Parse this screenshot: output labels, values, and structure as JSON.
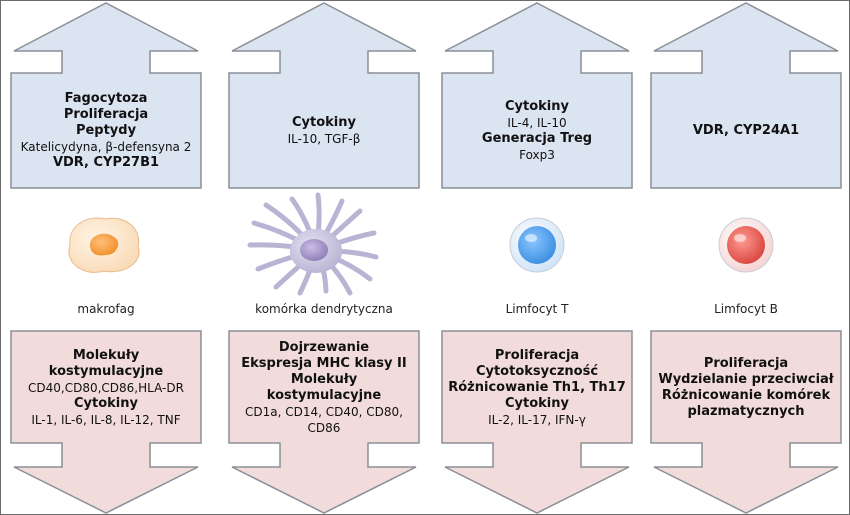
{
  "columns": [
    {
      "id": "macrophage",
      "label": "makrofag",
      "icon": "macrophage-cell-icon",
      "top_lines": [
        {
          "text": "Fagocytoza",
          "bold": true
        },
        {
          "text": "Proliferacja",
          "bold": true
        },
        {
          "text": "Peptydy",
          "bold": true
        },
        {
          "text": "Katelicydyna, β-defensyna 2",
          "bold": false
        },
        {
          "text": "VDR, CYP27B1",
          "bold": true
        }
      ],
      "bottom_lines": [
        {
          "text": "Molekuły",
          "bold": true
        },
        {
          "text": "kostymulacyjne",
          "bold": true
        },
        {
          "text": "CD40,CD80,CD86,HLA-DR",
          "bold": false
        },
        {
          "text": "Cytokiny",
          "bold": true
        },
        {
          "text": "IL-1, IL-6, IL-8, IL-12, TNF",
          "bold": false
        }
      ]
    },
    {
      "id": "dendritic",
      "label": "komórka  dendrytyczna",
      "icon": "dendritic-cell-icon",
      "top_lines": [
        {
          "text": "Cytokiny",
          "bold": true
        },
        {
          "text": "IL-10, TGF-β",
          "bold": false
        }
      ],
      "bottom_lines": [
        {
          "text": "Dojrzewanie",
          "bold": true
        },
        {
          "text": "Ekspresja MHC klasy II",
          "bold": true
        },
        {
          "text": "Molekuły",
          "bold": true
        },
        {
          "text": "kostymulacyjne",
          "bold": true
        },
        {
          "text": "CD1a, CD14, CD40, CD80,",
          "bold": false
        },
        {
          "text": "CD86",
          "bold": false
        }
      ]
    },
    {
      "id": "t-cell",
      "label": "Limfocyt T",
      "icon": "t-lymphocyte-icon",
      "top_lines": [
        {
          "text": "Cytokiny",
          "bold": true
        },
        {
          "text": "IL-4, IL-10",
          "bold": false
        },
        {
          "text": "Generacja Treg",
          "bold": true
        },
        {
          "text": "Foxp3",
          "bold": false
        }
      ],
      "bottom_lines": [
        {
          "text": "Proliferacja",
          "bold": true
        },
        {
          "text": "Cytotoksyczność",
          "bold": true
        },
        {
          "text": "Różnicowanie Th1, Th17",
          "bold": true
        },
        {
          "text": "Cytokiny",
          "bold": true
        },
        {
          "text": "IL-2, IL-17, IFN-γ",
          "bold": false
        }
      ]
    },
    {
      "id": "b-cell",
      "label": "Limfocyt B",
      "icon": "b-lymphocyte-icon",
      "top_lines": [
        {
          "text": "VDR, CYP24A1",
          "bold": true
        }
      ],
      "bottom_lines": [
        {
          "text": "Proliferacja",
          "bold": true
        },
        {
          "text": "Wydzielanie przeciwciał",
          "bold": true
        },
        {
          "text": "Różnicowanie komórek",
          "bold": true
        },
        {
          "text": "plazmatycznych",
          "bold": true
        }
      ]
    }
  ],
  "colors": {
    "up_fill": "#dbe5f1",
    "down_fill": "#f2dcdb",
    "stroke": "#8b8f96",
    "macrophage_body": "#f9dcb8",
    "macrophage_nucleus": "#f0902c",
    "dendritic_body": "#b9b4d4",
    "dendritic_nucleus": "#8f7fb8",
    "t_cell": "#3b8fe0",
    "b_cell": "#d9463e"
  }
}
